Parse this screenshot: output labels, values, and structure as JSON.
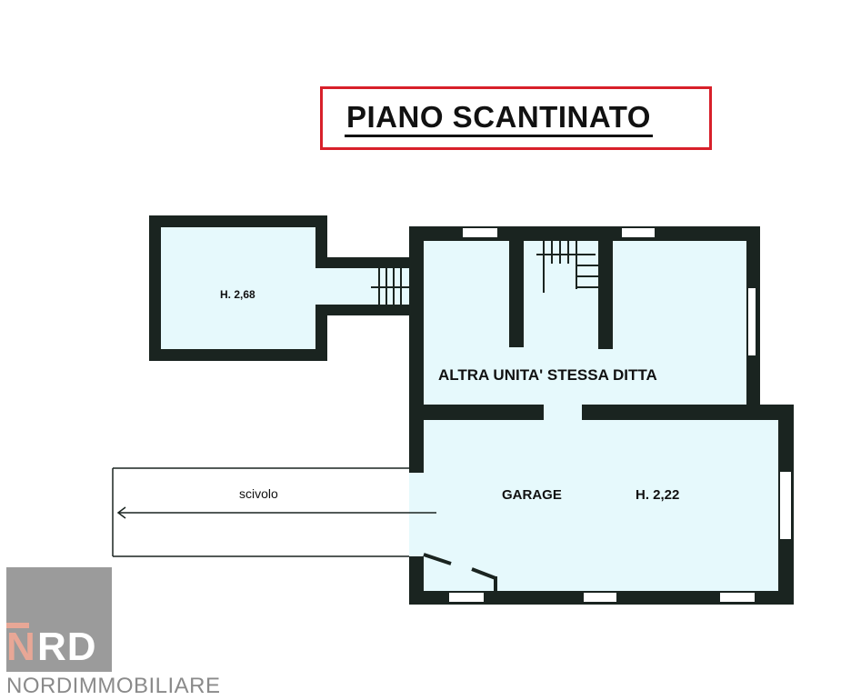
{
  "title": "PIANO SCANTINATO",
  "rooms": [
    {
      "id": "cellar",
      "label": "H. 2,68"
    },
    {
      "id": "other-unit",
      "label": "ALTRA UNITA' STESSA DITTA"
    },
    {
      "id": "garage",
      "label": "GARAGE",
      "height_label": "H. 2,22"
    }
  ],
  "ramp": {
    "label": "scivolo"
  },
  "logo": {
    "mark_n": "N",
    "mark_rd": "RD",
    "name": "NORDIMMOBILIARE"
  },
  "colors": {
    "room_fill": "#e6f9fc",
    "wall": "#1a2420",
    "title_border": "#d8202a",
    "logo_gray": "#9b9b9b",
    "logo_accent": "#e8a796"
  }
}
